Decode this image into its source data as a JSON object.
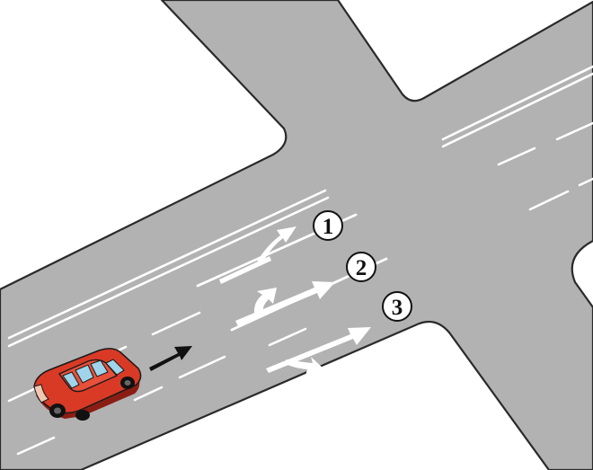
{
  "diagram": {
    "labels": {
      "one": "1",
      "two": "2",
      "three": "3"
    },
    "icons": {
      "car": "red-car-icon",
      "direction": "black-arrow-icon",
      "lane_arrows": [
        "straight-or-left-arrow",
        "straight-or-left-arrow",
        "straight-or-right-arrow"
      ]
    },
    "colors": {
      "road": "#b2b2b2",
      "markings": "#ffffff",
      "car": "#d93a26",
      "car_window": "#9fd4ea",
      "direction_arrow": "#111111",
      "background": "#ffffff"
    }
  }
}
